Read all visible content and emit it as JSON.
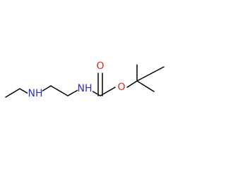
{
  "atoms": {
    "amine_n": {
      "label": "NH",
      "color": "#2b2bd1"
    },
    "carbamate_n": {
      "label": "NH",
      "color": "#2b2bd1"
    },
    "carbonyl_o": {
      "label": "O",
      "color": "#d12b2b"
    },
    "ester_o": {
      "label": "O",
      "color": "#d12b2b"
    }
  },
  "colors": {
    "bond": "#000000",
    "background": "#ffffff"
  }
}
